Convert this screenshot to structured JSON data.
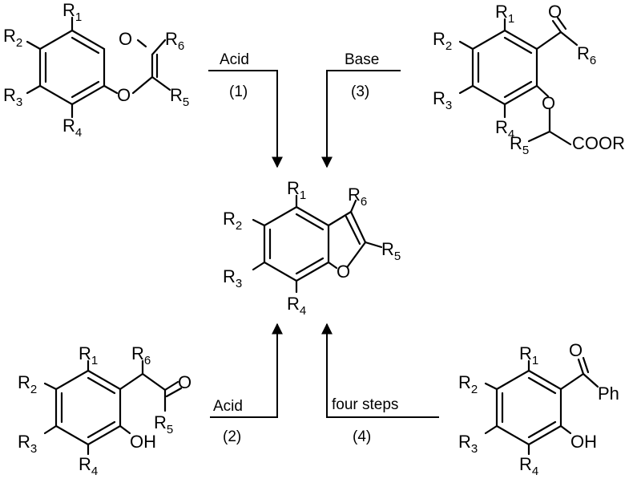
{
  "atoms": {
    "R": "R",
    "O": "O",
    "OH": "OH",
    "Ph": "Ph",
    "COOR": "COOR",
    "n1": "1",
    "n2": "2",
    "n3": "3",
    "n4": "4",
    "n5": "5",
    "n6": "6"
  },
  "reactions": [
    {
      "reagent": "Acid",
      "step": "(1)"
    },
    {
      "reagent": "Acid",
      "step": "(2)"
    },
    {
      "reagent": "Base",
      "step": "(3)"
    },
    {
      "reagent": "four steps",
      "step": "(4)"
    }
  ]
}
